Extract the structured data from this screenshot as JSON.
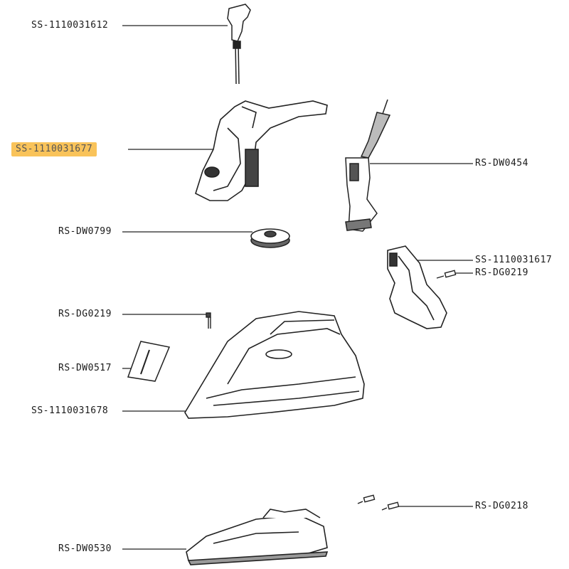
{
  "labels": {
    "upper_trigger": "SS-1110031612",
    "handle": "SS-1110031677",
    "cord": "RS-DW0454",
    "dial": "RS-DW0799",
    "rear_cover": "SS-1110031617",
    "screw_right": "RS-DG0219",
    "screw_left": "RS-DG0219",
    "filter": "RS-DW0517",
    "body": "SS-1110031678",
    "screw_bottom": "RS-DG0218",
    "soleplate": "RS-DW0530"
  },
  "highlighted": "handle",
  "colors": {
    "highlight": "#f9c35a",
    "line": "#222222"
  }
}
